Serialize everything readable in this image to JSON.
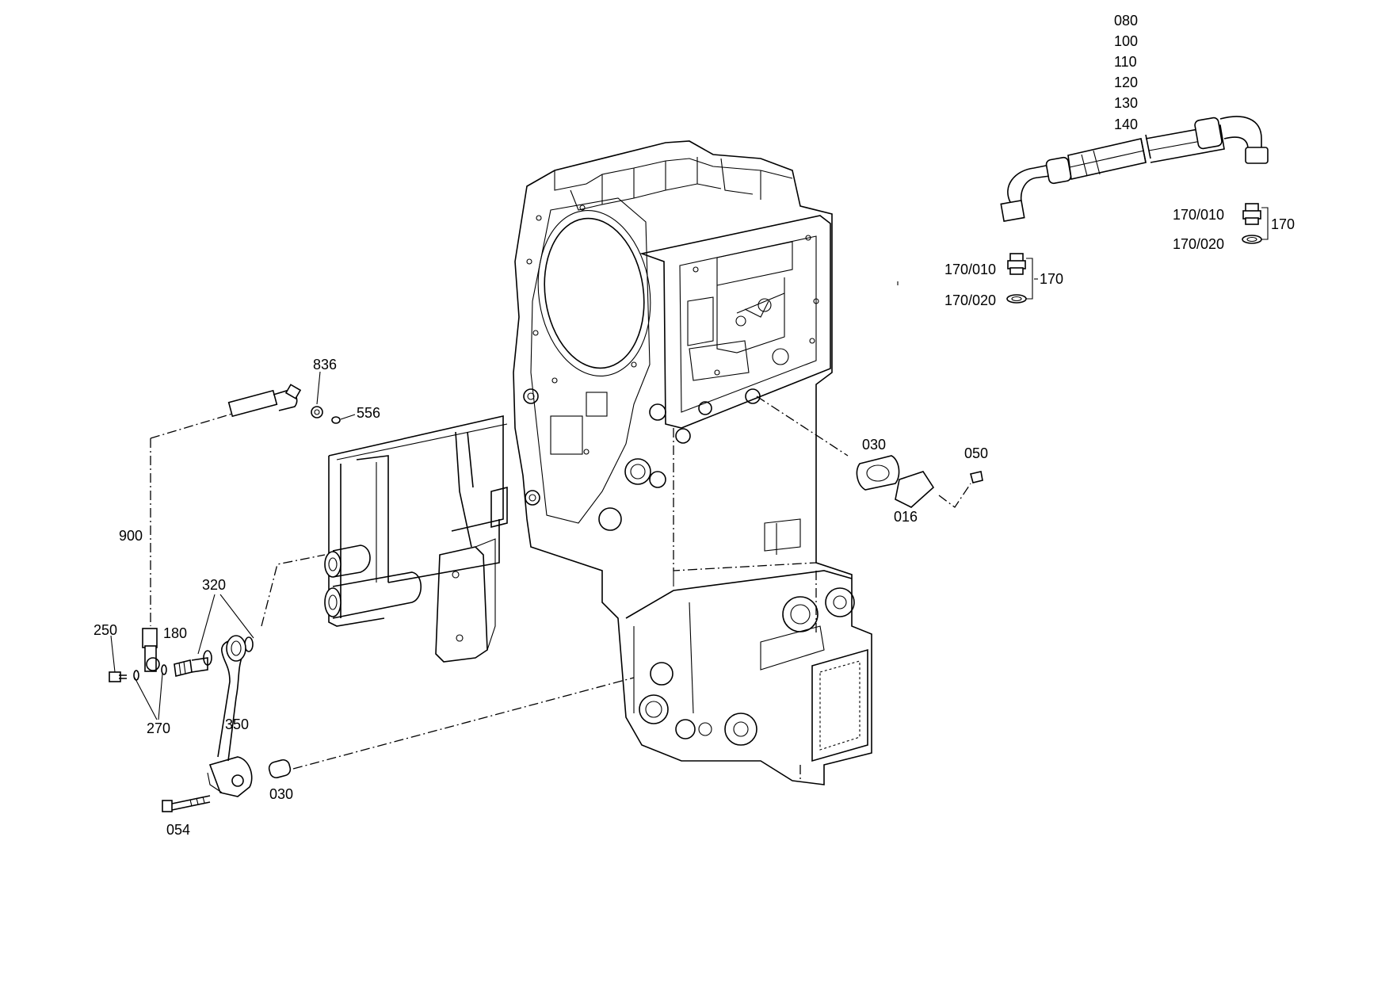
{
  "labels": {
    "p080": "080",
    "p100": "100",
    "p110": "110",
    "p120": "120",
    "p130": "130",
    "p140": "140",
    "p170_010_a": "170/010",
    "p170_020_a": "170/020",
    "p170_a": "170",
    "p170_010_b": "170/010",
    "p170_020_b": "170/020",
    "p170_b": "170",
    "p836": "836",
    "p556": "556",
    "p030_a": "030",
    "p050": "050",
    "p016": "016",
    "p900": "900",
    "p320": "320",
    "p250": "250",
    "p180": "180",
    "p270": "270",
    "p350": "350",
    "p030_b": "030",
    "p054": "054"
  }
}
